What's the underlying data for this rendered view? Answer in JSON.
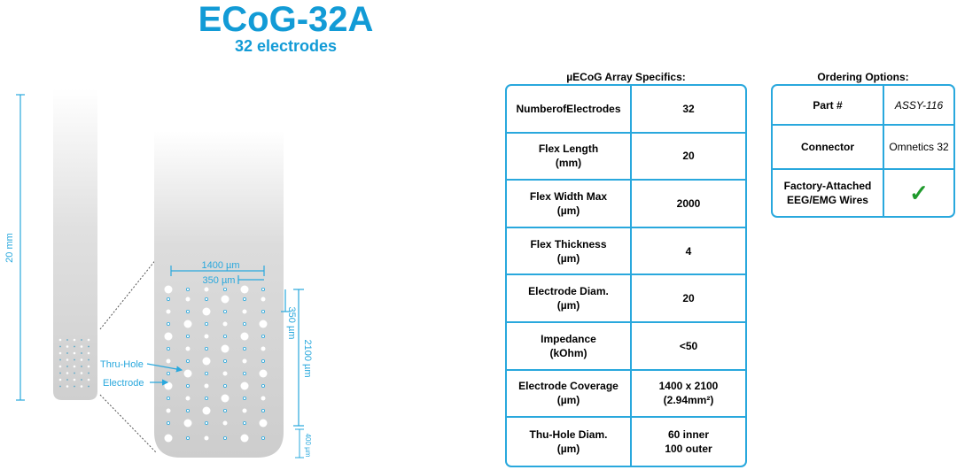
{
  "header": {
    "title": "ECoG-32A",
    "subtitle": "32 electrodes"
  },
  "diagram": {
    "length_label": "20 mm",
    "width_label": "1400 µm",
    "pitch_label": "350 µm",
    "vertical_pitch_label": "350 µm",
    "height_label": "2100 µm",
    "tip_label": "400 µm",
    "thru_hole_label": "Thru-Hole",
    "electrode_label": "Electrode",
    "accent_color": "#29a8dd"
  },
  "specs": {
    "caption": "µECoG Array Specifics:",
    "rows": [
      {
        "label": "NumberofElectrodes",
        "value": "32"
      },
      {
        "label": "Flex Length\n(mm)",
        "value": "20"
      },
      {
        "label": "Flex Width Max\n(µm)",
        "value": "2000"
      },
      {
        "label": "Flex Thickness\n(µm)",
        "value": "4"
      },
      {
        "label": "Electrode Diam.\n(µm)",
        "value": "20"
      },
      {
        "label": "Impedance\n(kOhm)",
        "value": "<50"
      },
      {
        "label": "Electrode Coverage\n(µm)",
        "value": "1400 x 2100\n(2.94mm²)"
      },
      {
        "label": "Thu-Hole Diam.\n(µm)",
        "value": "60 inner\n100 outer"
      }
    ]
  },
  "ordering": {
    "caption": "Ordering  Options:",
    "rows": [
      {
        "label": "Part #",
        "value": "ASSY-116"
      },
      {
        "label": "Connector",
        "value": "Omnetics 32"
      },
      {
        "label": "Factory-Attached\nEEG/EMG Wires",
        "value": "✓"
      }
    ],
    "check_color": "#1f9a2c"
  }
}
